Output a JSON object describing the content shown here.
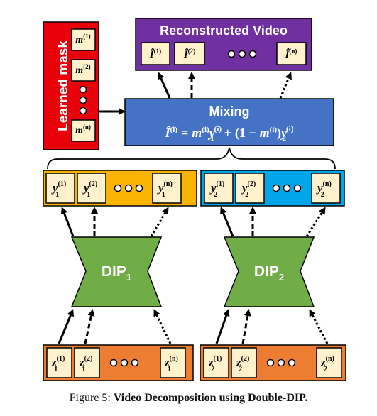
{
  "mask": {
    "label": "Learned mask",
    "cells": [
      {
        "base": "m",
        "sup": "(1)"
      },
      {
        "base": "m",
        "sup": "(2)"
      },
      {
        "base": "m",
        "sup": "(n)"
      }
    ]
  },
  "recon": {
    "title": "Reconstructed Video",
    "cells": [
      {
        "base": "Î",
        "sup": "(1)"
      },
      {
        "base": "Î",
        "sup": "(2)"
      },
      {
        "base": "Î",
        "sup": "(n)"
      }
    ]
  },
  "mixing": {
    "title": "Mixing",
    "formula": {
      "lhs": "Î",
      "lhs_sup": "(i)",
      "eq": "=",
      "m": "m",
      "m_sup": "(i)",
      "y": "y",
      "y1_sub": "1",
      "y_sup": "(i)",
      "plus": "+",
      "open": "(1 −",
      "close": ")",
      "y2_sub": "2"
    }
  },
  "y1": {
    "cells": [
      {
        "base": "y",
        "sub": "1",
        "sup": "(1)"
      },
      {
        "base": "y",
        "sub": "1",
        "sup": "(2)"
      },
      {
        "base": "y",
        "sub": "1",
        "sup": "(n)"
      }
    ]
  },
  "y2": {
    "cells": [
      {
        "base": "y",
        "sub": "2",
        "sup": "(1)"
      },
      {
        "base": "y",
        "sub": "2",
        "sup": "(2)"
      },
      {
        "base": "y",
        "sub": "2",
        "sup": "(n)"
      }
    ]
  },
  "dip1": {
    "label": "DIP",
    "sub": "1"
  },
  "dip2": {
    "label": "DIP",
    "sub": "2"
  },
  "z1": {
    "cells": [
      {
        "base": "z",
        "sub": "1",
        "sup": "(1)"
      },
      {
        "base": "z",
        "sub": "1",
        "sup": "(2)"
      },
      {
        "base": "z",
        "sub": "1",
        "sup": "(n)"
      }
    ]
  },
  "z2": {
    "cells": [
      {
        "base": "z",
        "sub": "2",
        "sup": "(1)"
      },
      {
        "base": "z",
        "sub": "2",
        "sup": "(2)"
      },
      {
        "base": "z",
        "sub": "2",
        "sup": "(n)"
      }
    ]
  },
  "caption": {
    "prefix": "Figure 5: ",
    "bold": "Video Decomposition using Double-DIP."
  },
  "colors": {
    "mask": "#e8000b",
    "recon": "#7030a0",
    "mixing": "#4472c4",
    "y1": "#f8b400",
    "y2": "#00a7e8",
    "dip": "#70ad47",
    "z": "#ed7d31",
    "cell": "#fff2cc"
  }
}
